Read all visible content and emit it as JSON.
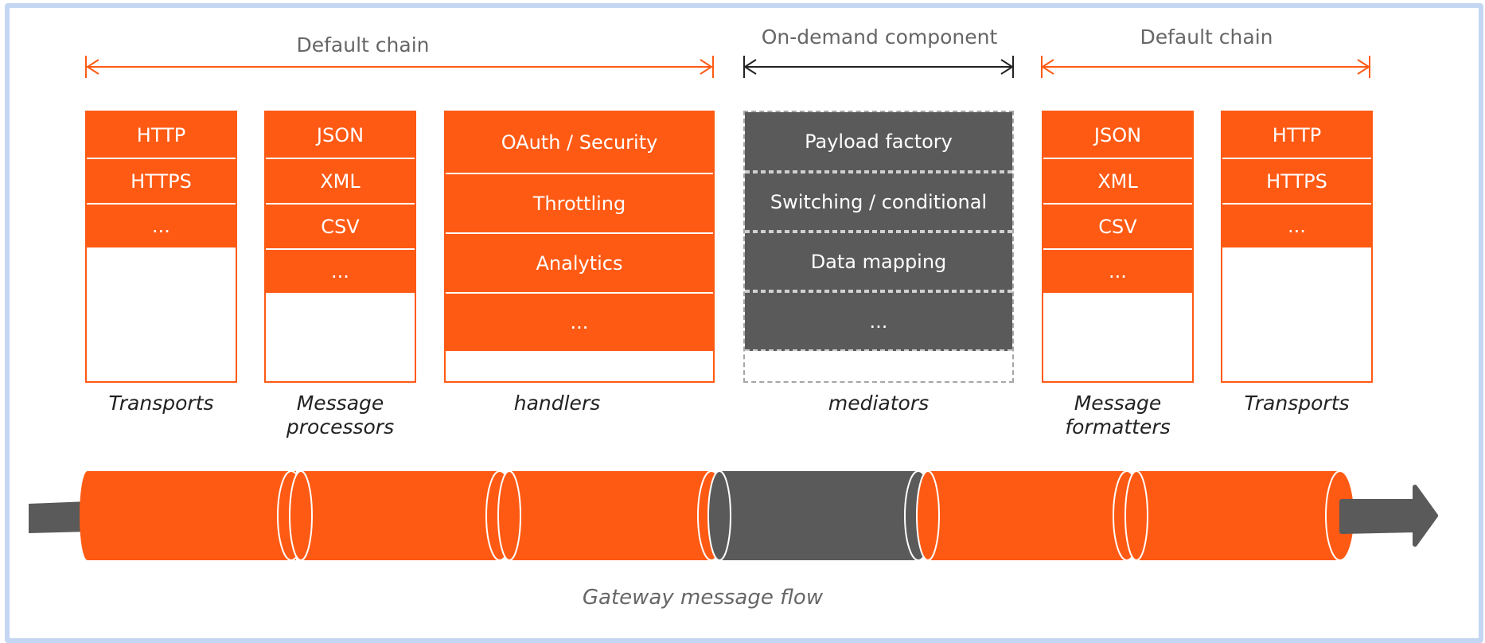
{
  "headers": {
    "left_chain": "Default chain",
    "middle": "On-demand component",
    "right_chain": "Default chain"
  },
  "columns": [
    {
      "label": "Transports",
      "items": [
        "HTTP",
        "HTTPS",
        "..."
      ]
    },
    {
      "label_line1": "Message",
      "label_line2": "processors",
      "items": [
        "JSON",
        "XML",
        "CSV",
        "..."
      ]
    },
    {
      "label": "handlers",
      "items": [
        "OAuth / Security",
        "Throttling",
        "Analytics",
        "..."
      ]
    },
    {
      "label": "mediators",
      "items": [
        "Payload factory",
        "Switching / conditional",
        "Data mapping",
        "..."
      ]
    },
    {
      "label_line1": "Message",
      "label_line2": "formatters",
      "items": [
        "JSON",
        "XML",
        "CSV",
        "..."
      ]
    },
    {
      "label": "Transports",
      "items": [
        "HTTP",
        "HTTPS",
        "..."
      ]
    }
  ],
  "flow_caption": "Gateway message flow",
  "colors": {
    "orange": "#ff5a14",
    "gray": "#5a5a5a",
    "frame": "#c4d6f2"
  }
}
